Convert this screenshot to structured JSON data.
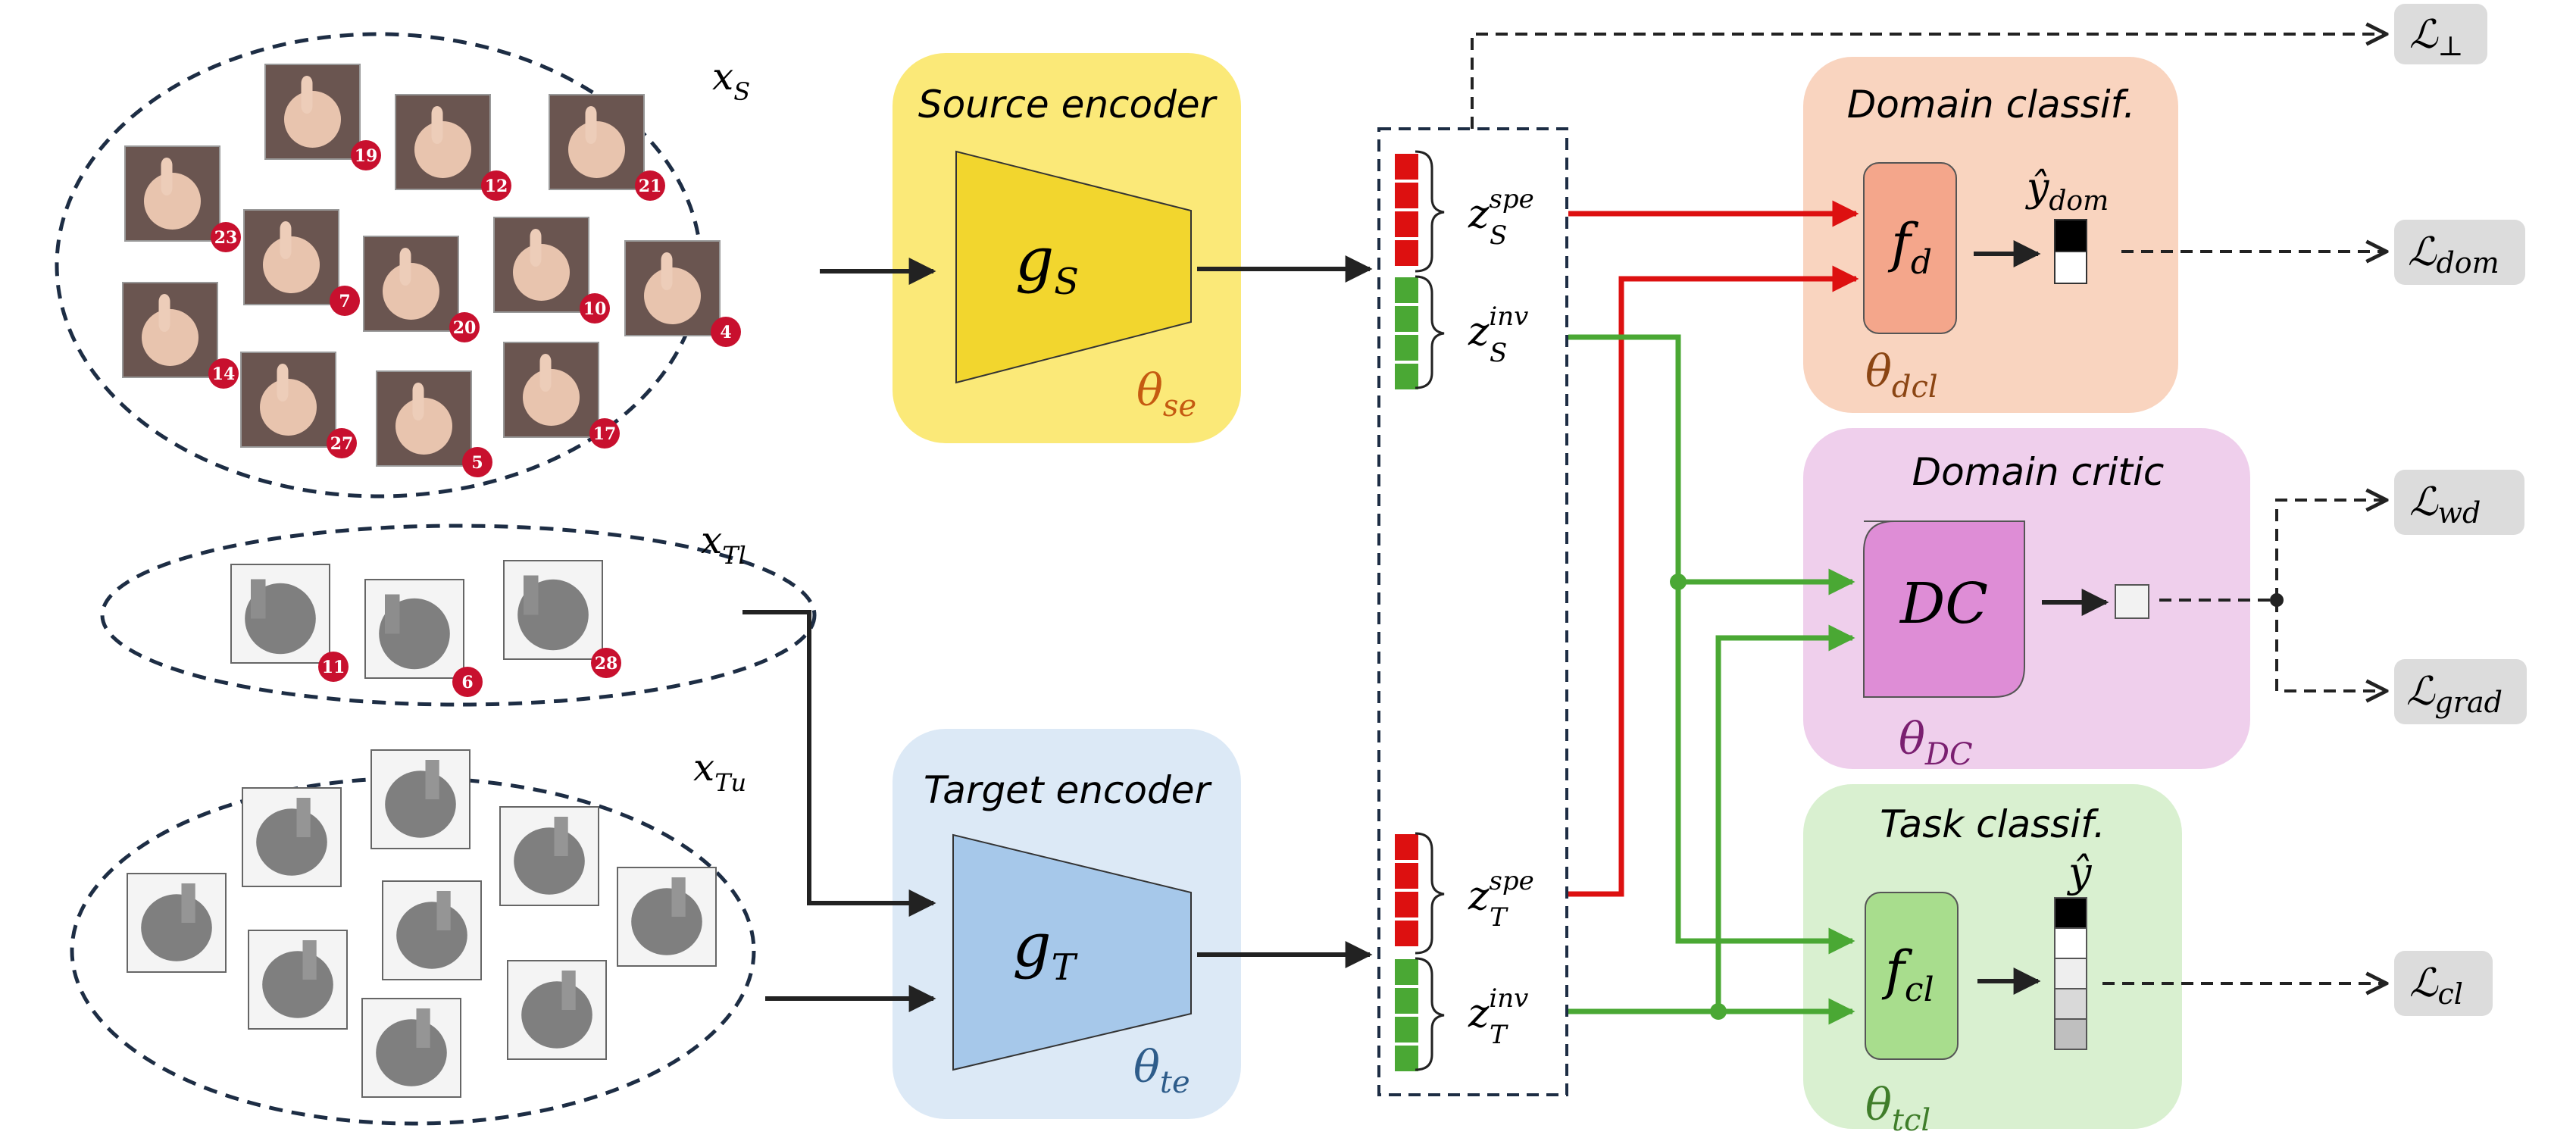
{
  "source_set": {
    "label_base": "x",
    "label_sub": "S",
    "badges": [
      "19",
      "12",
      "21",
      "23",
      "7",
      "20",
      "10",
      "4",
      "14",
      "27",
      "5",
      "17"
    ]
  },
  "target_labeled_set": {
    "label_base": "x",
    "label_sub": "Tl",
    "badges": [
      "11",
      "6",
      "28"
    ]
  },
  "target_unlabeled_set": {
    "label_base": "x",
    "label_sub": "Tu"
  },
  "source_encoder": {
    "title": "Source encoder",
    "fn_base": "g",
    "fn_sub": "S",
    "param_base": "θ",
    "param_sub": "se"
  },
  "target_encoder": {
    "title": "Target encoder",
    "fn_base": "g",
    "fn_sub": "T",
    "param_base": "θ",
    "param_sub": "te"
  },
  "features": {
    "z_src_spe": {
      "base": "z",
      "sub": "S",
      "sup": "spe"
    },
    "z_src_inv": {
      "base": "z",
      "sub": "S",
      "sup": "inv"
    },
    "z_tgt_spe": {
      "base": "z",
      "sub": "T",
      "sup": "spe"
    },
    "z_tgt_inv": {
      "base": "z",
      "sub": "T",
      "sup": "inv"
    }
  },
  "domain_classifier": {
    "title": "Domain classif.",
    "fn_base": "f",
    "fn_sub": "d",
    "output_base": "ŷ",
    "output_sub": "dom",
    "param_base": "θ",
    "param_sub": "dcl"
  },
  "domain_critic": {
    "title": "Domain critic",
    "fn": "DC",
    "param_base": "θ",
    "param_sub": "DC"
  },
  "task_classifier": {
    "title": "Task classif.",
    "fn_base": "f",
    "fn_sub": "cl",
    "output": "ŷ",
    "param_base": "θ",
    "param_sub": "tcl"
  },
  "losses": {
    "orth": {
      "base": "ℒ",
      "sub": "⊥"
    },
    "dom": {
      "base": "ℒ",
      "sub": "dom"
    },
    "wd": {
      "base": "ℒ",
      "sub": "wd"
    },
    "grad": {
      "base": "ℒ",
      "sub": "grad"
    },
    "cl": {
      "base": "ℒ",
      "sub": "cl"
    }
  },
  "colors": {
    "source_box": "#fbe978",
    "target_box": "#dce9f6",
    "domain_classif_box": "#f9d4bf",
    "domain_critic_box": "#efcfec",
    "task_classif_box": "#d9f0d0",
    "spe_red": "#dd1010",
    "inv_green": "#4aa834",
    "theta_se": "#c55a11",
    "theta_te": "#2e5c8a",
    "theta_dcl": "#8b4513",
    "theta_dc": "#7a1f70",
    "theta_tcl": "#3f7d2a",
    "loss_box": "#dcdcdc",
    "badge": "#c8102e"
  }
}
